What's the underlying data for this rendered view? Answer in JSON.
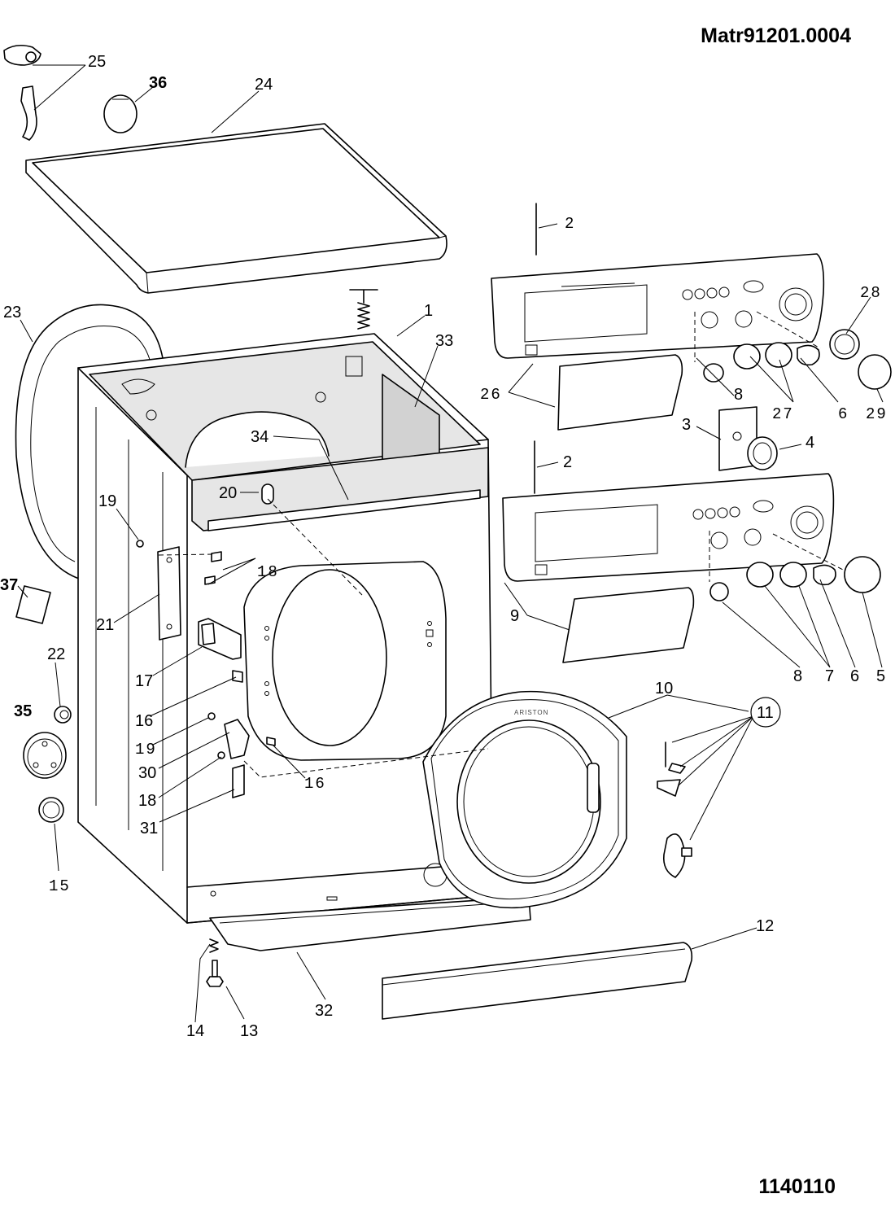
{
  "header": {
    "matr_code": "Matr91201.0004"
  },
  "footer": {
    "drawing_number": "1140110"
  },
  "brand_text": "ARISTON",
  "parts": {
    "p1": "1",
    "p2a": "2",
    "p2b": "2",
    "p3": "3",
    "p4": "4",
    "p5": "5",
    "p6a": "6",
    "p6b": "6",
    "p7": "7",
    "p8a": "8",
    "p8b": "8",
    "p9": "9",
    "p10": "10",
    "p11": "11",
    "p12": "12",
    "p13": "13",
    "p14": "14",
    "p15": "15",
    "p16a": "16",
    "p16b": "16",
    "p17": "17",
    "p18a": "18",
    "p18b": "18",
    "p19a": "19",
    "p19b": "19",
    "p20": "20",
    "p21": "21",
    "p22": "22",
    "p23": "23",
    "p24": "24",
    "p25": "25",
    "p26": "26",
    "p27": "27",
    "p28": "28",
    "p29": "29",
    "p30": "30",
    "p31": "31",
    "p32": "32",
    "p33": "33",
    "p34": "34",
    "p35": "35",
    "p36": "36",
    "p37": "37"
  }
}
